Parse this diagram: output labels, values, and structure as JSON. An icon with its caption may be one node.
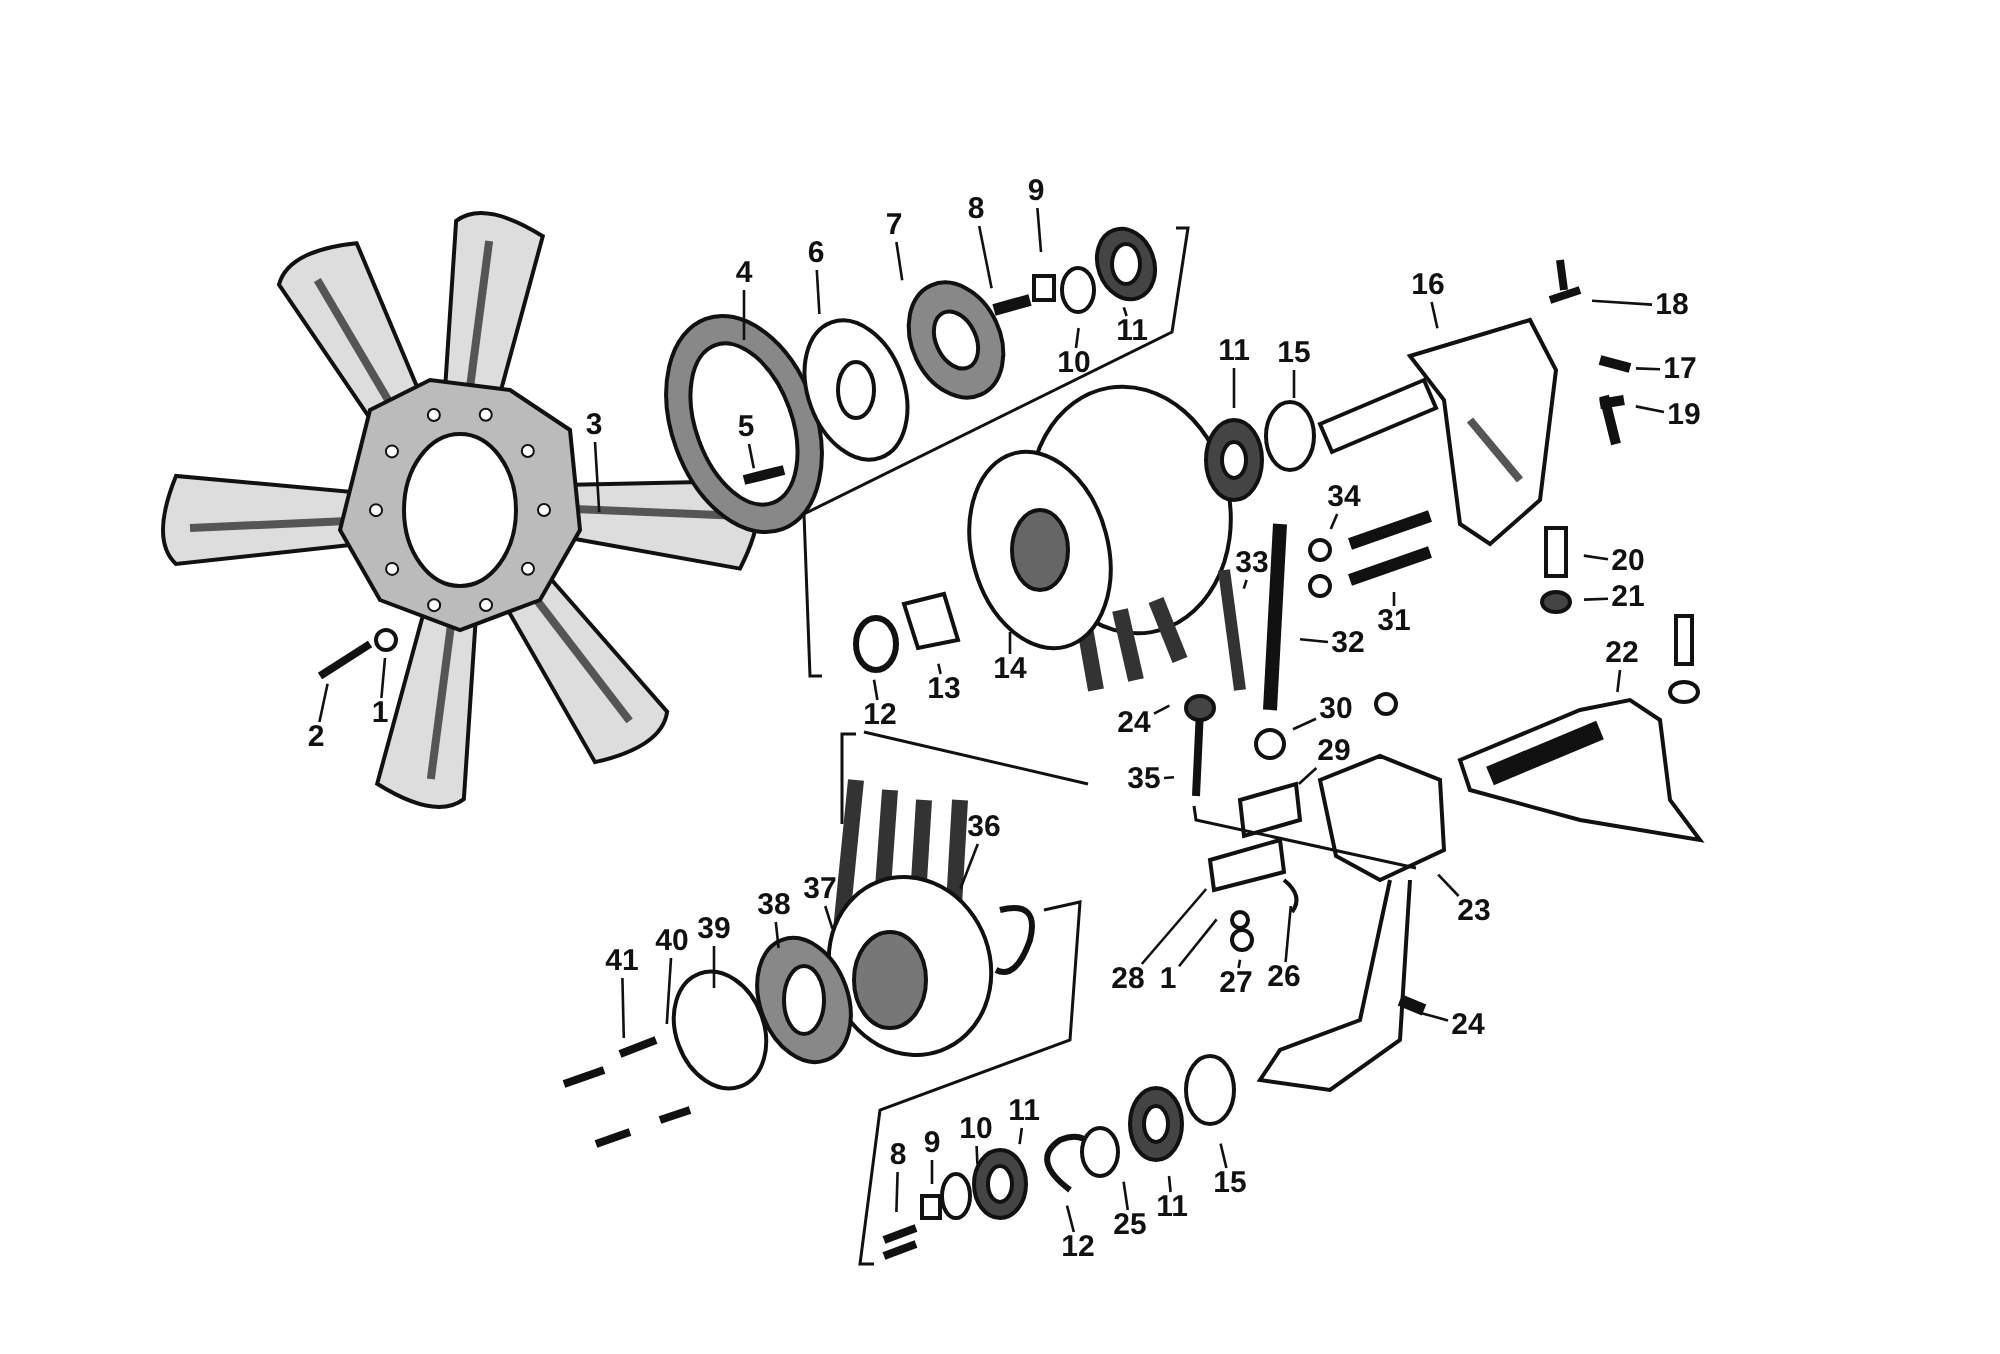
{
  "diagram": {
    "nodes": [
      {
        "text": [
          "1"
        ]
      },
      {
        "text": [
          "2"
        ]
      },
      {
        "text": [
          "3"
        ]
      },
      {
        "text": [
          "4"
        ]
      },
      {
        "text": [
          "5"
        ]
      },
      {
        "text": [
          "6"
        ]
      },
      {
        "text": [
          "7"
        ]
      },
      {
        "text": [
          "8"
        ]
      },
      {
        "text": [
          "9"
        ]
      },
      {
        "text": [
          "10"
        ]
      },
      {
        "text": [
          "11"
        ]
      },
      {
        "text": [
          "11"
        ]
      },
      {
        "text": [
          "15"
        ]
      },
      {
        "text": [
          "16"
        ]
      },
      {
        "text": [
          "18"
        ]
      },
      {
        "text": [
          "17"
        ]
      },
      {
        "text": [
          "19"
        ]
      },
      {
        "text": [
          "20"
        ]
      },
      {
        "text": [
          "21"
        ]
      },
      {
        "text": [
          "22"
        ]
      },
      {
        "text": [
          "34"
        ]
      },
      {
        "text": [
          "33"
        ]
      },
      {
        "text": [
          "31"
        ]
      },
      {
        "text": [
          "32"
        ]
      },
      {
        "text": [
          "12"
        ]
      },
      {
        "text": [
          "13"
        ]
      },
      {
        "text": [
          "14"
        ]
      },
      {
        "text": [
          "24"
        ]
      },
      {
        "text": [
          "30"
        ]
      },
      {
        "text": [
          "29"
        ]
      },
      {
        "text": [
          "35"
        ]
      },
      {
        "text": [
          "23"
        ]
      },
      {
        "text": [
          "36"
        ]
      },
      {
        "text": [
          "37"
        ]
      },
      {
        "text": [
          "38"
        ]
      },
      {
        "text": [
          "39"
        ]
      },
      {
        "text": [
          "40"
        ]
      },
      {
        "text": [
          "41"
        ]
      },
      {
        "text": [
          "28"
        ]
      },
      {
        "text": [
          "1"
        ]
      },
      {
        "text": [
          "27"
        ]
      },
      {
        "text": [
          "26"
        ]
      },
      {
        "text": [
          "24"
        ]
      },
      {
        "text": [
          "8"
        ]
      },
      {
        "text": [
          "9"
        ]
      },
      {
        "text": [
          "10"
        ]
      },
      {
        "text": [
          "11"
        ]
      },
      {
        "text": [
          "12"
        ]
      },
      {
        "text": [
          "25"
        ]
      },
      {
        "text": [
          "11"
        ]
      },
      {
        "text": [
          "15"
        ]
      }
    ],
    "edges": [
      {
        "from": 0,
        "to": null,
        "arrow": "none"
      },
      {
        "from": 1,
        "to": null,
        "arrow": "none"
      },
      {
        "from": 2,
        "to": null,
        "arrow": "none"
      },
      {
        "from": 3,
        "to": null,
        "arrow": "none"
      },
      {
        "from": 4,
        "to": null,
        "arrow": "none"
      },
      {
        "from": 5,
        "to": null,
        "arrow": "none"
      },
      {
        "from": 6,
        "to": null,
        "arrow": "none"
      },
      {
        "from": 7,
        "to": null,
        "arrow": "none"
      },
      {
        "from": 8,
        "to": null,
        "arrow": "none"
      },
      {
        "from": 9,
        "to": null,
        "arrow": "none"
      },
      {
        "from": 10,
        "to": null,
        "arrow": "none"
      },
      {
        "from": 11,
        "to": null,
        "arrow": "none"
      },
      {
        "from": 12,
        "to": null,
        "arrow": "none"
      },
      {
        "from": 13,
        "to": null,
        "arrow": "none"
      },
      {
        "from": 14,
        "to": null,
        "arrow": "none"
      },
      {
        "from": 15,
        "to": null,
        "arrow": "none"
      },
      {
        "from": 16,
        "to": null,
        "arrow": "none"
      },
      {
        "from": 17,
        "to": null,
        "arrow": "none"
      },
      {
        "from": 18,
        "to": null,
        "arrow": "none"
      },
      {
        "from": 19,
        "to": null,
        "arrow": "none"
      },
      {
        "from": 20,
        "to": null,
        "arrow": "none"
      },
      {
        "from": 21,
        "to": null,
        "arrow": "none"
      },
      {
        "from": 22,
        "to": null,
        "arrow": "none"
      },
      {
        "from": 23,
        "to": null,
        "arrow": "none"
      },
      {
        "from": 24,
        "to": null,
        "arrow": "none"
      },
      {
        "from": 25,
        "to": null,
        "arrow": "none"
      },
      {
        "from": 26,
        "to": null,
        "arrow": "none"
      },
      {
        "from": 27,
        "to": null,
        "arrow": "none"
      },
      {
        "from": 28,
        "to": null,
        "arrow": "none"
      },
      {
        "from": 29,
        "to": null,
        "arrow": "none"
      },
      {
        "from": 30,
        "to": null,
        "arrow": "none"
      },
      {
        "from": 31,
        "to": null,
        "arrow": "none"
      },
      {
        "from": 32,
        "to": null,
        "arrow": "none"
      },
      {
        "from": 33,
        "to": null,
        "arrow": "none"
      },
      {
        "from": 34,
        "to": null,
        "arrow": "none"
      },
      {
        "from": 35,
        "to": null,
        "arrow": "none"
      },
      {
        "from": 36,
        "to": null,
        "arrow": "none"
      },
      {
        "from": 37,
        "to": null,
        "arrow": "none"
      },
      {
        "from": 38,
        "to": null,
        "arrow": "none"
      },
      {
        "from": 39,
        "to": null,
        "arrow": "none"
      },
      {
        "from": 40,
        "to": null,
        "arrow": "none"
      },
      {
        "from": 41,
        "to": null,
        "arrow": "none"
      },
      {
        "from": 42,
        "to": null,
        "arrow": "none"
      },
      {
        "from": 43,
        "to": null,
        "arrow": "none"
      },
      {
        "from": 44,
        "to": null,
        "arrow": "none"
      },
      {
        "from": 45,
        "to": null,
        "arrow": "none"
      },
      {
        "from": 46,
        "to": null,
        "arrow": "none"
      },
      {
        "from": 47,
        "to": null,
        "arrow": "none"
      },
      {
        "from": 48,
        "to": null,
        "arrow": "none"
      },
      {
        "from": 49,
        "to": null,
        "arrow": "none"
      },
      {
        "from": 50,
        "to": null,
        "arrow": "none"
      }
    ]
  }
}
